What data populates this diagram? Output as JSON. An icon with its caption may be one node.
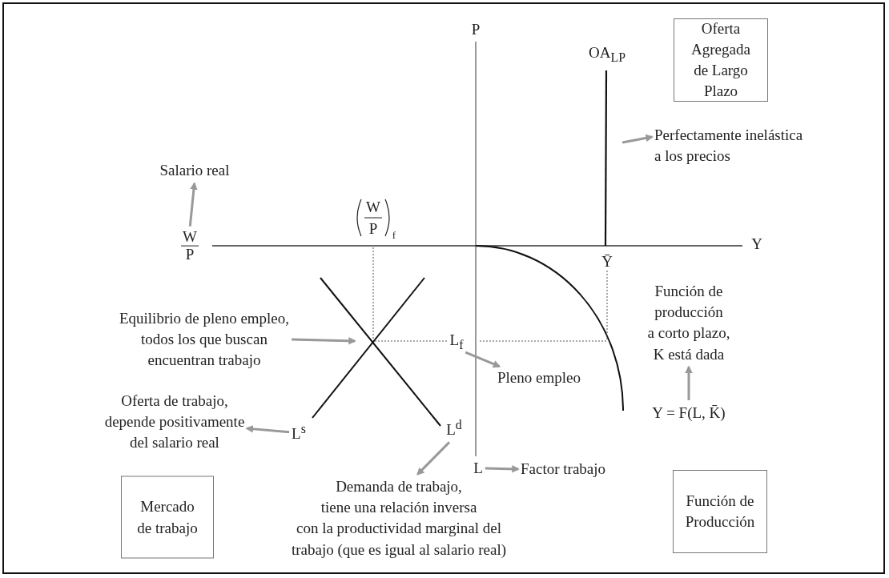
{
  "diagram": {
    "nodes": [
      {
        "text": [
          "Oferta Agregada de Largo Plazo"
        ]
      },
      {
        "text": [
          "Mercado de trabajo"
        ]
      },
      {
        "text": [
          "Función de Producción"
        ]
      },
      {
        "text": [
          "Salario real"
        ]
      },
      {
        "text": [
          "W",
          "P"
        ]
      },
      {
        "text": [
          "Perfectamente inelástica a los precios"
        ]
      },
      {
        "text": [
          "Equilibrio de pleno empleo, todos los que buscan encuentran trabajo"
        ]
      },
      {
        "text": [
          "L$_{f}$"
        ]
      },
      {
        "text": [
          "Pleno empleo"
        ]
      },
      {
        "text": [
          "Función de producción a corto plazo, K está dada"
        ]
      },
      {
        "text": [
          "Y = F(L, K̄)"
        ]
      },
      {
        "text": [
          "L$^{s}$"
        ]
      },
      {
        "text": [
          "Oferta de trabajo, depende positivamente del salario real"
        ]
      },
      {
        "text": [
          "L$^{d}$"
        ]
      },
      {
        "text": [
          "Demanda de trabajo, tiene una relación inversa con la productividad marginal del trabajo (que es igual al salario real)"
        ]
      },
      {
        "text": [
          "L"
        ]
      },
      {
        "text": [
          "Factor trabajo"
        ]
      }
    ],
    "edges": [
      {
        "from": 4,
        "to": 3,
        "arrow": "to"
      },
      {
        "from": null,
        "to": 5,
        "arrow": "to"
      },
      {
        "from": 6,
        "to": null,
        "arrow": "to"
      },
      {
        "from": 7,
        "to": 8,
        "arrow": "to"
      },
      {
        "from": 10,
        "to": 9,
        "arrow": "to"
      },
      {
        "from": 11,
        "to": 12,
        "arrow": "to"
      },
      {
        "from": 13,
        "to": 14,
        "arrow": "to"
      },
      {
        "from": 15,
        "to": 16,
        "arrow": "to"
      }
    ],
    "labels": [
      "P",
      "OA$_{LP}$",
      "W",
      "P",
      "f",
      "Y",
      "Ȳ"
    ]
  }
}
